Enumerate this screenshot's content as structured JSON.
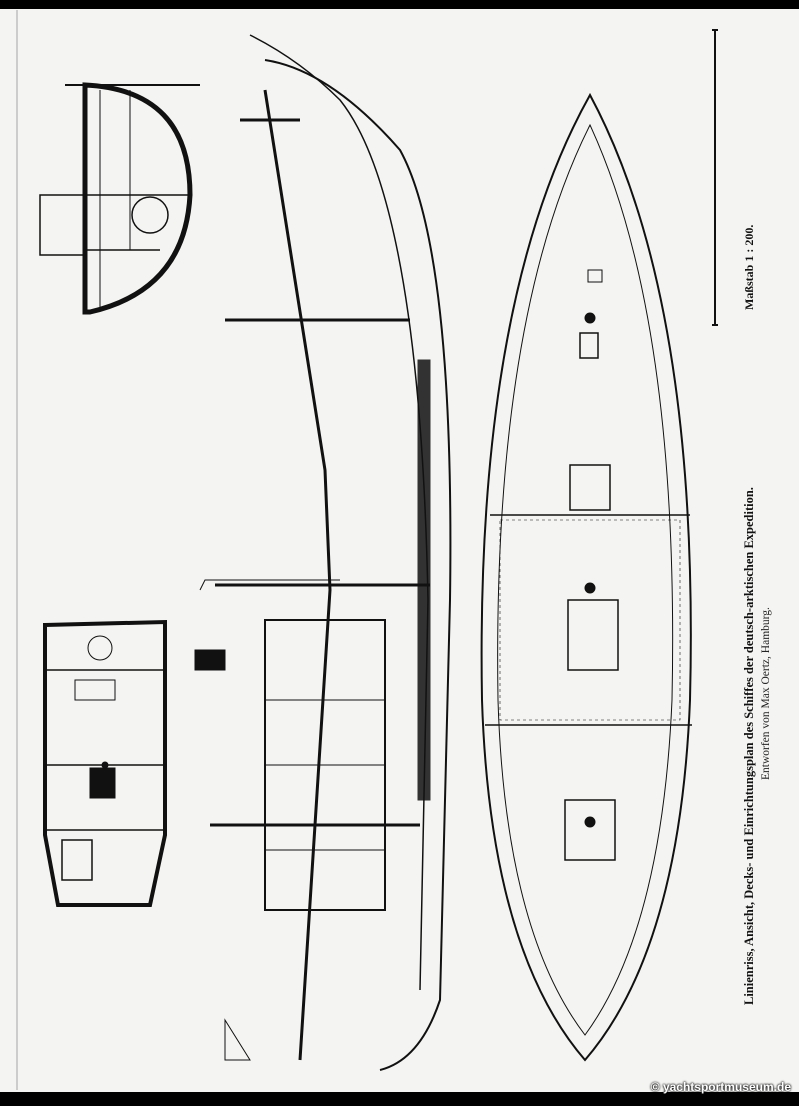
{
  "caption": {
    "title": "Linienriss, Ansicht, Decks- und Einrichtungsplan des Schiffes der deutsch-arktischen Expedition.",
    "scale": "Maßstab 1 : 200.",
    "designer": "Entworfen von Max Oertz, Hamburg."
  },
  "watermark": "© yachtsportmuseum.de",
  "colors": {
    "ink": "#111111",
    "paper": "#f4f4f2",
    "frame": "#000000"
  }
}
